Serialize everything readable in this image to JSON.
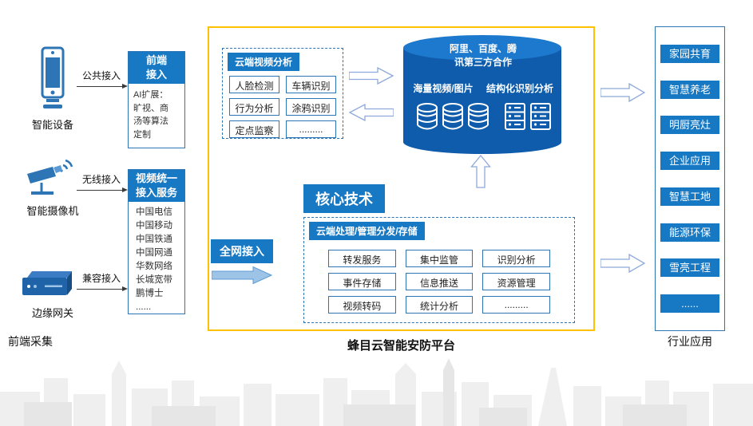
{
  "bottom_labels": {
    "left": "前端采集",
    "center": "蜂目云智能安防平台",
    "right": "行业应用"
  },
  "frontend": {
    "devices": [
      {
        "name": "智能设备",
        "access": "公共接入"
      },
      {
        "name": "智能摄像机",
        "access": "无线接入"
      },
      {
        "name": "边缘网关",
        "access": "兼容接入"
      }
    ],
    "access_panel": {
      "title": "前端\n接入",
      "body": "AI扩展：\n旷视、商\n汤等算法\n定制"
    },
    "video_panel": {
      "title": "视频统一\n接入服务",
      "providers": [
        "中国电信",
        "中国移动",
        "中国铁通",
        "中国网通",
        "华数网络",
        "长城宽带",
        "鹏博士",
        "......"
      ]
    }
  },
  "platform": {
    "cloud_analysis": {
      "title": "云端视频分析",
      "items": [
        "人脸检测",
        "车辆识别",
        "行为分析",
        "涂鸦识别",
        "定点监察",
        "........."
      ]
    },
    "database": {
      "partner": "阿里、百度、腾\n讯第三方合作",
      "left_label": "海量视频/图片",
      "right_label": "结构化识别分析"
    },
    "core_tech_label": "核心技术",
    "network_access_label": "全网接入",
    "processing": {
      "title": "云端处理/管理分发/存储",
      "items": [
        "转发服务",
        "集中监管",
        "识别分析",
        "事件存储",
        "信息推送",
        "资源管理",
        "视频转码",
        "统计分析",
        "........."
      ]
    }
  },
  "industry": {
    "items": [
      "家园共育",
      "智慧养老",
      "明厨亮灶",
      "企业应用",
      "智慧工地",
      "能源环保",
      "雪亮工程",
      "......"
    ]
  },
  "colors": {
    "primary_blue": "#1778c4",
    "border_blue": "#2e75b6",
    "accent_yellow": "#ffc000",
    "cylinder_body": "#0e5cab",
    "cylinder_top": "#1d79cd",
    "arrow_fill": "#9dc3e6"
  }
}
